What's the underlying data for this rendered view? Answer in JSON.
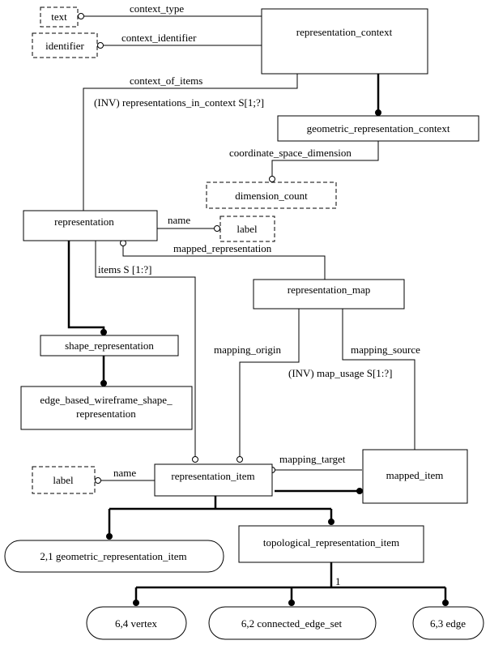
{
  "entities": {
    "representation_context": "representation_context",
    "geometric_representation_context": "geometric_representation_context",
    "representation": "representation",
    "representation_map": "representation_map",
    "shape_representation": "shape_representation",
    "edge_based_line1": "edge_based_wireframe_shape_",
    "edge_based_line2": "representation",
    "representation_item": "representation_item",
    "mapped_item": "mapped_item",
    "topological_representation_item": "topological_representation_item"
  },
  "types": {
    "text": "text",
    "identifier": "identifier",
    "dimension_count": "dimension_count",
    "label_top": "label",
    "label_bottom": "label"
  },
  "references": {
    "geometric_representation_item": "2,1 geometric_representation_item",
    "vertex": "6,4 vertex",
    "connected_edge_set": "6,2 connected_edge_set",
    "edge": "6,3 edge"
  },
  "relations": {
    "context_type": "context_type",
    "context_identifier": "context_identifier",
    "context_of_items": "context_of_items",
    "inv_representations_in_context": "(INV) representations_in_context S[1;?]",
    "coordinate_space_dimension": "coordinate_space_dimension",
    "name_top": "name",
    "mapped_representation": "mapped_representation",
    "items": "items S [1:?]",
    "mapping_origin": "mapping_origin",
    "mapping_source": "mapping_source",
    "inv_map_usage": "(INV) map_usage S[1:?]",
    "mapping_target": "mapping_target",
    "name_bottom": "name",
    "oneof_marker": "1"
  }
}
